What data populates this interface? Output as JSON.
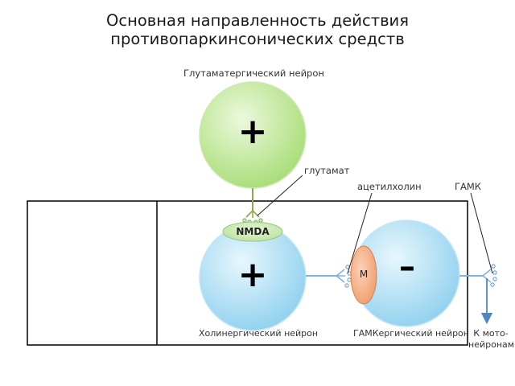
{
  "title": {
    "line1": "Основная направленность действия",
    "line2": "противопаркинсонических средств"
  },
  "glutamate_neuron": {
    "label": "Глутаматергический нейрон",
    "sign": "+"
  },
  "cholinergic_neuron": {
    "label": "Холинергический нейрон",
    "sign": "+",
    "receptor": "NMDA"
  },
  "gaba_neuron": {
    "label": "ГАМКергический нейрон",
    "sign": "–",
    "receptor": "М"
  },
  "mediators": {
    "glutamate": "глутамат",
    "acetylcholine": "ацетилхолин",
    "gaba": "ГАМК"
  },
  "output": {
    "line1": "К мото-",
    "line2": "нейронам"
  },
  "colors": {
    "glutamate_neuron": "#b8e68a",
    "cholinergic_neuron": "#a9dcf3",
    "receptor_nmda": "#bfe6a8",
    "receptor_m": "#f2a679",
    "arrow": "#4a86c8",
    "axon": "#7fb3dd"
  }
}
